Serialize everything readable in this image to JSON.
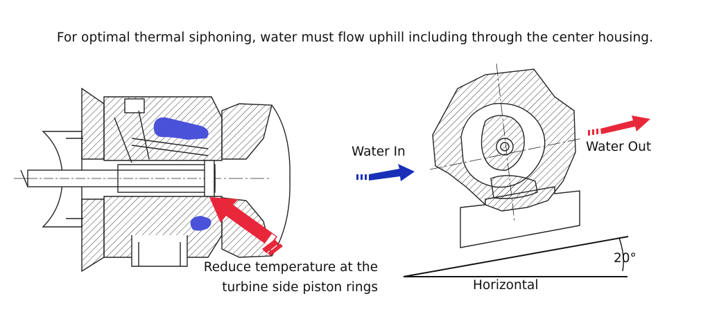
{
  "title": "For optimal thermal siphoning, water must flow uphill including through the center housing.",
  "labels": {
    "water_in": "Water In",
    "water_out": "Water Out",
    "reduce_line1": "Reduce temperature at the",
    "reduce_line2": "turbine side piston rings",
    "horizontal": "Horizontal",
    "angle": "20°"
  },
  "colors": {
    "water_in_arrow": "#1a2fb8",
    "water_out_arrow": "#e8283a",
    "water_fill": "#4a52d9",
    "line": "#222222"
  },
  "tilt_angle_deg": 20
}
